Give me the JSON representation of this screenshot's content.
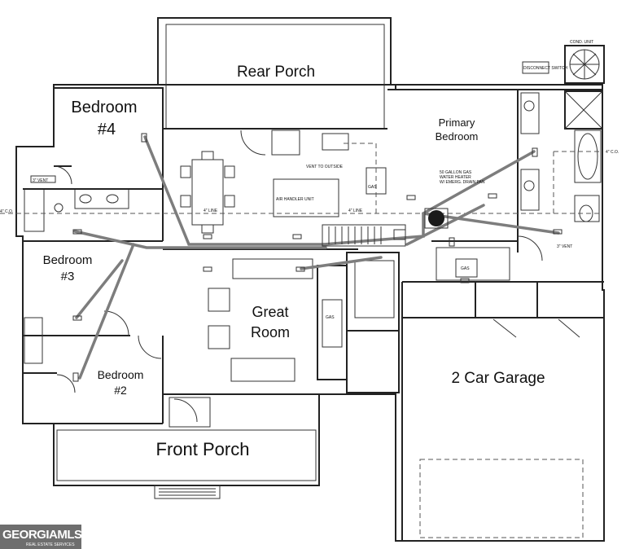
{
  "rooms": {
    "rear_porch": "Rear Porch",
    "bedroom4_line1": "Bedroom",
    "bedroom4_line2": "#4",
    "primary_line1": "Primary",
    "primary_line2": "Bedroom",
    "bedroom3_line1": "Bedroom",
    "bedroom3_line2": "#3",
    "great_line1": "Great",
    "great_line2": "Room",
    "bedroom2_line1": "Bedroom",
    "bedroom2_line2": "#2",
    "garage": "2 Car Garage",
    "front_porch": "Front Porch"
  },
  "annotations": {
    "cond_unit": "COND. UNIT",
    "disconnect": "DISCONNECT SWITCH",
    "vent_outside": "VENT TO OUTSIDE",
    "air_handler": "AIR HANDLER UNIT",
    "line4_a": "4\" LINE",
    "line4_b": "4\" LINE",
    "vent3_left": "3\" VENT",
    "vent3_right": "3\" VENT",
    "co_left": "4\" C.O.",
    "co_right": "4\" C.O.",
    "gas1": "GAS",
    "gas2": "GAS",
    "gas3": "GAS",
    "wh_note1": "50 GALLON GAS",
    "wh_note2": "WATER HEATER",
    "wh_note3": "W/ EMERG. DRAIN PAN"
  },
  "logo": {
    "main": "GEORGIAMLS",
    "sub": "REAL ESTATE SERVICES"
  }
}
